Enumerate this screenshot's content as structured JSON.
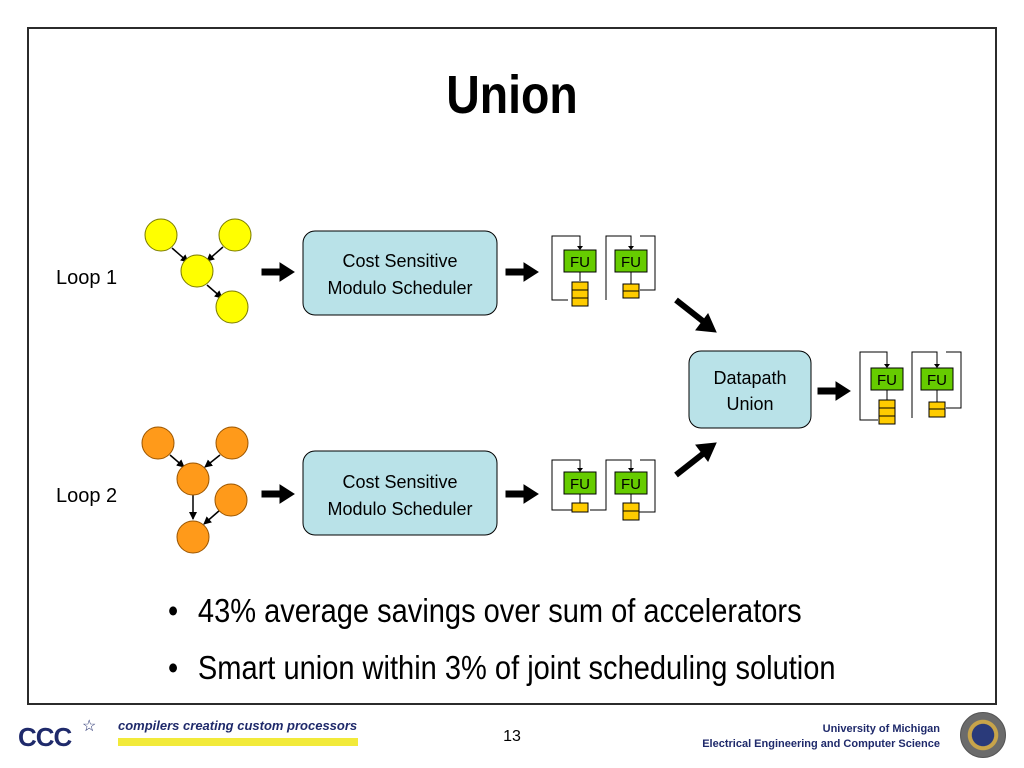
{
  "slide": {
    "title": "Union",
    "loops": [
      {
        "label": "Loop 1",
        "color": "#ffff00"
      },
      {
        "label": "Loop 2",
        "color": "#ff9a1a"
      }
    ],
    "scheduler": {
      "line1": "Cost Sensitive",
      "line2": "Modulo Scheduler",
      "color": "#b9e2e8"
    },
    "union_box": {
      "line1": "Datapath",
      "line2": "Union",
      "color": "#b9e2e8"
    },
    "fu_label": "FU",
    "fu_color": "#66cc00",
    "register_color": "#ffcc00",
    "bullets": [
      "43% average savings over sum of accelerators",
      "Smart union within 3% of joint scheduling solution"
    ]
  },
  "footer": {
    "logo": "CCC",
    "tagline": "compilers creating custom processors",
    "page_number": "13",
    "institution_line1": "University of Michigan",
    "institution_line2": "Electrical Engineering and Computer Science",
    "accent": "#f2ea3a",
    "brand": "#1f2a6b"
  }
}
